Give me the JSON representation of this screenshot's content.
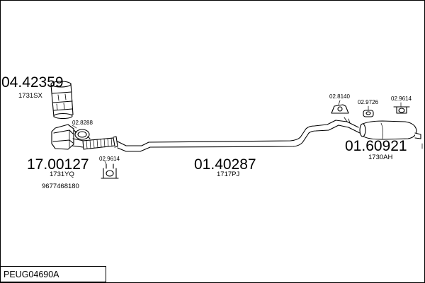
{
  "diagram": {
    "parts": [
      {
        "number": "04.42359",
        "ref": "1731SX"
      },
      {
        "number": "17.00127",
        "ref": "1731YQ",
        "ref2": "9677468180"
      },
      {
        "number": "01.40287",
        "ref": "1717PJ"
      },
      {
        "number": "01.60921",
        "ref": "1730AH"
      }
    ],
    "fittings": [
      {
        "number": "02.8288"
      },
      {
        "number": "02.9614"
      },
      {
        "number": "02.8140"
      },
      {
        "number": "02.9726"
      },
      {
        "number": "02.9614"
      }
    ],
    "vehicle_code": "PEUG04690A"
  }
}
